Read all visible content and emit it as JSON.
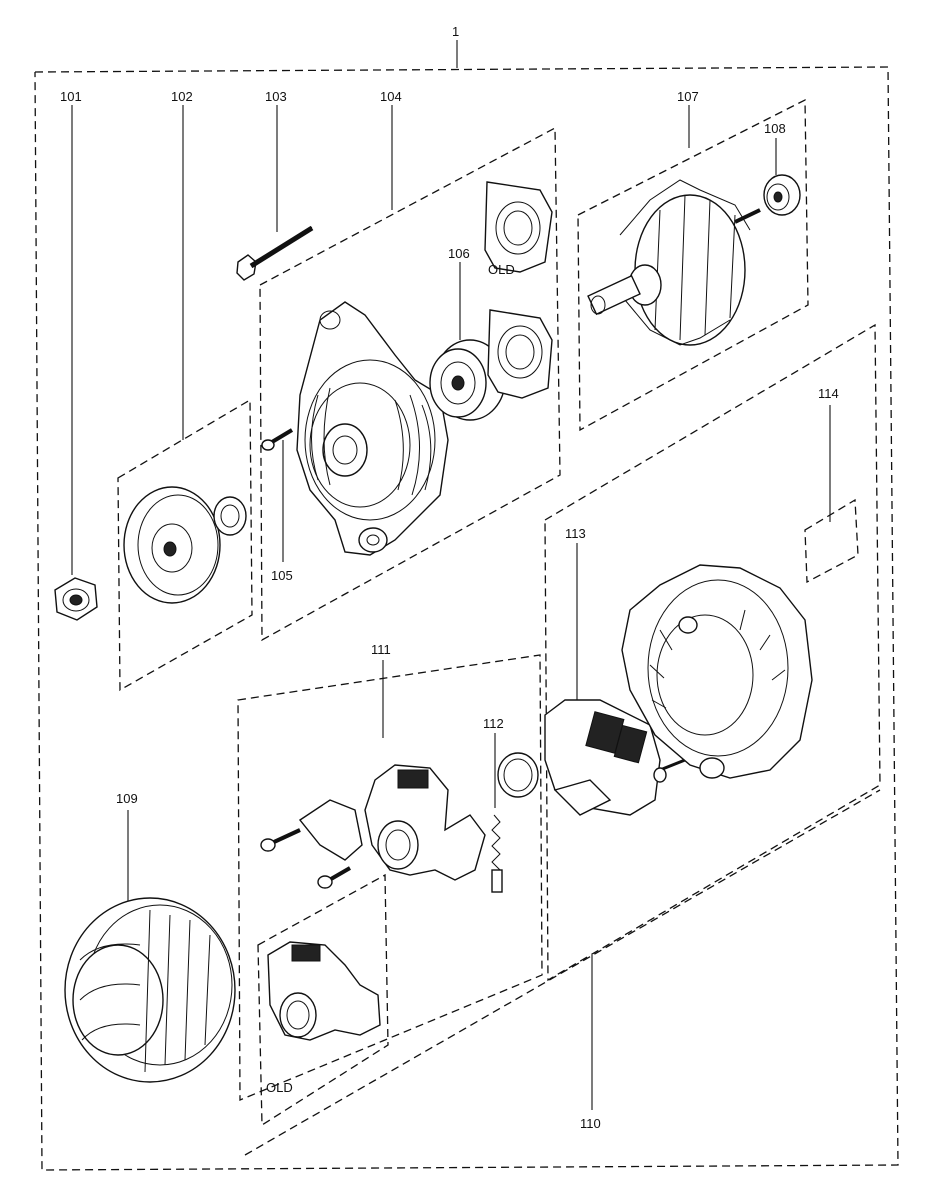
{
  "labels": {
    "assembly": "1",
    "p101": "101",
    "p102": "102",
    "p103": "103",
    "p104": "104",
    "p105": "105",
    "p106": "106",
    "p107": "107",
    "p108": "108",
    "p109": "109",
    "p110": "110",
    "p111": "111",
    "p112": "112",
    "p113": "113",
    "p114": "114",
    "old_plate": "OLD",
    "old_regulator": "OLD"
  }
}
